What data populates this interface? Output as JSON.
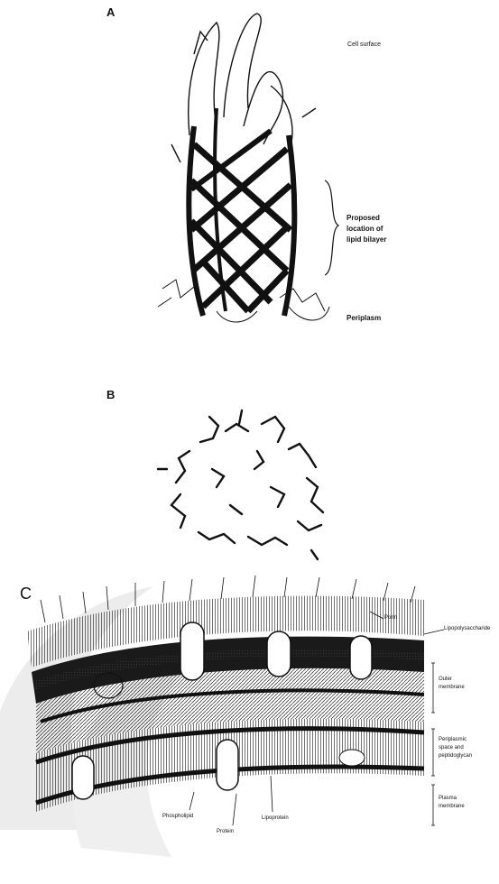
{
  "panels": {
    "a": {
      "letter": "A"
    },
    "b": {
      "letter": "B"
    },
    "c": {
      "letter": "C"
    }
  },
  "panel_a_labels": {
    "cell_surface": "Cell surface",
    "proposed_1": "Proposed",
    "proposed_2": "location of",
    "proposed_3": "lipid bilayer",
    "periplasm": "Periplasm"
  },
  "panel_c_labels": {
    "lipopolysaccharide": "Lipopolysaccharide",
    "outer_membrane_1": "Outer",
    "outer_membrane_2": "membrane",
    "periplasmic_1": "Periplasmic",
    "periplasmic_2": "space and",
    "periplasmic_3": "peptidoglycan",
    "plasma_1": "Plasma",
    "plasma_2": "membrane",
    "porin": "Porin",
    "lipoprotein": "Lipoprotein",
    "phospholipid": "Phospholipid",
    "protein": "Protein"
  }
}
